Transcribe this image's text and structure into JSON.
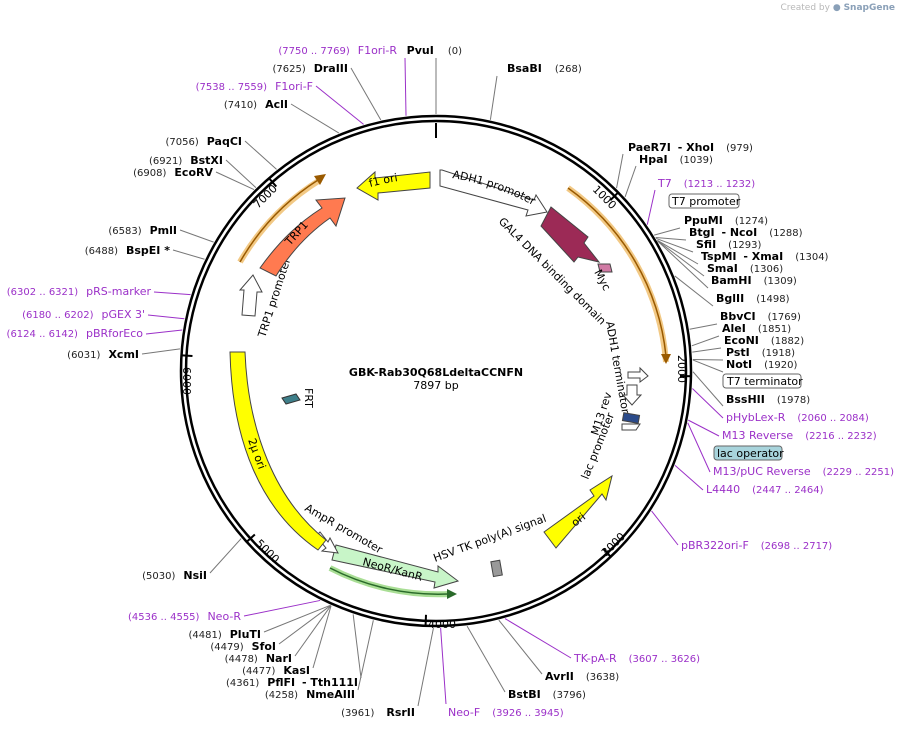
{
  "credit": {
    "prefix": "Created by",
    "brand": "SnapGene"
  },
  "plasmid": {
    "name": "GBK-Rab30Q68LdeltaCCNFN",
    "length_label": "7897 bp"
  },
  "ticks": [
    "1000",
    "2000",
    "3000",
    "4000",
    "5000",
    "6000",
    "7000"
  ],
  "enzymes": [
    {
      "name": "PvuI",
      "pos": "(0)"
    },
    {
      "name": "BsaBI",
      "pos": "(268)"
    },
    {
      "name": "PaeR7I",
      "name2": " - XhoI",
      "pos": "(979)"
    },
    {
      "name": "HpaI",
      "pos": "(1039)"
    },
    {
      "name": "PpuMI",
      "pos": "(1274)"
    },
    {
      "name": "BtgI",
      "name2": " - NcoI",
      "pos": "(1288)"
    },
    {
      "name": "SfiI",
      "pos": "(1293)"
    },
    {
      "name": "TspMI",
      "name2": " - XmaI",
      "pos": "(1304)"
    },
    {
      "name": "SmaI",
      "pos": "(1306)"
    },
    {
      "name": "BamHI",
      "pos": "(1309)"
    },
    {
      "name": "BglII",
      "pos": "(1498)"
    },
    {
      "name": "BbvCI",
      "pos": "(1769)"
    },
    {
      "name": "AleI",
      "pos": "(1851)"
    },
    {
      "name": "EcoNI",
      "pos": "(1882)"
    },
    {
      "name": "PstI",
      "pos": "(1918)"
    },
    {
      "name": "NotI",
      "pos": "(1920)"
    },
    {
      "name": "BssHII",
      "pos": "(1978)"
    },
    {
      "name": "AvrII",
      "pos": "(3638)"
    },
    {
      "name": "BstBI",
      "pos": "(3796)"
    },
    {
      "name": "RsrII",
      "pos": "(3961)"
    },
    {
      "name": "NmeAIII",
      "pos": "(4258)"
    },
    {
      "name": "PflFI",
      "name2": " - Tth111I",
      "pos": "(4361)"
    },
    {
      "name": "KasI",
      "pos": "(4477)"
    },
    {
      "name": "NarI",
      "pos": "(4478)"
    },
    {
      "name": "SfoI",
      "pos": "(4479)"
    },
    {
      "name": "PluTI",
      "pos": "(4481)"
    },
    {
      "name": "NsiI",
      "pos": "(5030)"
    },
    {
      "name": "XcmI",
      "pos": "(6031)"
    },
    {
      "name": "BspEI",
      "star": " *",
      "pos": "(6488)"
    },
    {
      "name": "PmlI",
      "pos": "(6583)"
    },
    {
      "name": "EcoRV",
      "pos": "(6908)"
    },
    {
      "name": "BstXI",
      "pos": "(6921)"
    },
    {
      "name": "PaqCI",
      "pos": "(7056)"
    },
    {
      "name": "AclI",
      "pos": "(7410)"
    },
    {
      "name": "DraIII",
      "pos": "(7625)"
    }
  ],
  "primers": [
    {
      "name": "F1ori-R",
      "pos": "(7750 .. 7769)"
    },
    {
      "name": "F1ori-F",
      "pos": "(7538 .. 7559)"
    },
    {
      "name": "T7",
      "pos": "(1213 .. 1232)"
    },
    {
      "name": "pHybLex-R",
      "pos": "(2060 .. 2084)"
    },
    {
      "name": "M13 Reverse",
      "pos": "(2216 .. 2232)"
    },
    {
      "name": "M13/pUC Reverse",
      "pos": "(2229 .. 2251)"
    },
    {
      "name": "L4440",
      "pos": "(2447 .. 2464)"
    },
    {
      "name": "pBR322ori-F",
      "pos": "(2698 .. 2717)"
    },
    {
      "name": "TK-pA-R",
      "pos": "(3607 .. 3626)"
    },
    {
      "name": "Neo-F",
      "pos": "(3926 .. 3945)"
    },
    {
      "name": "Neo-R",
      "pos": "(4536 .. 4555)"
    },
    {
      "name": "pRS-marker",
      "pos": "(6302 .. 6321)"
    },
    {
      "name": "pGEX 3'",
      "pos": "(6180 .. 6202)"
    },
    {
      "name": "pBRforEco",
      "pos": "(6124 .. 6142)"
    }
  ],
  "boxed_features": {
    "t7_promoter": "T7 promoter",
    "t7_terminator": "T7 terminator",
    "lac_operator": "lac operator"
  },
  "features": {
    "f1_ori": "f1 ori",
    "adh1_promoter": "ADH1 promoter",
    "gal4": "GAL4 DNA binding domain",
    "myc": "Myc",
    "adh1_terminator": "ADH1 terminator",
    "m13_rev": "M13 rev",
    "lac_promoter": "lac promoter",
    "ori": "ori",
    "hsv_tk": "HSV TK poly(A) signal",
    "neo": "NeoR/KanR",
    "ampr_promoter": "AmpR promoter",
    "two_mu": "2μ ori",
    "frt": "FRT",
    "trp1_promoter": "TRP1 promoter",
    "trp1": "TRP1"
  },
  "colors": {
    "ring": "#000000",
    "enzyme_text": "#000000",
    "primer": "#9b30c8",
    "f1_ori": "#ffff00",
    "ori": "#ffff00",
    "two_mu": "#ffff00",
    "gal4": "#9c2a56",
    "myc": "#d07aa4",
    "trp1": "#ff7a50",
    "neo": "#c8f5c8",
    "orf_highlight": "#f0c070",
    "lac_operator": "#a8d4dc",
    "frt": "#3e7f8a",
    "hsv_tk": "#999999"
  }
}
